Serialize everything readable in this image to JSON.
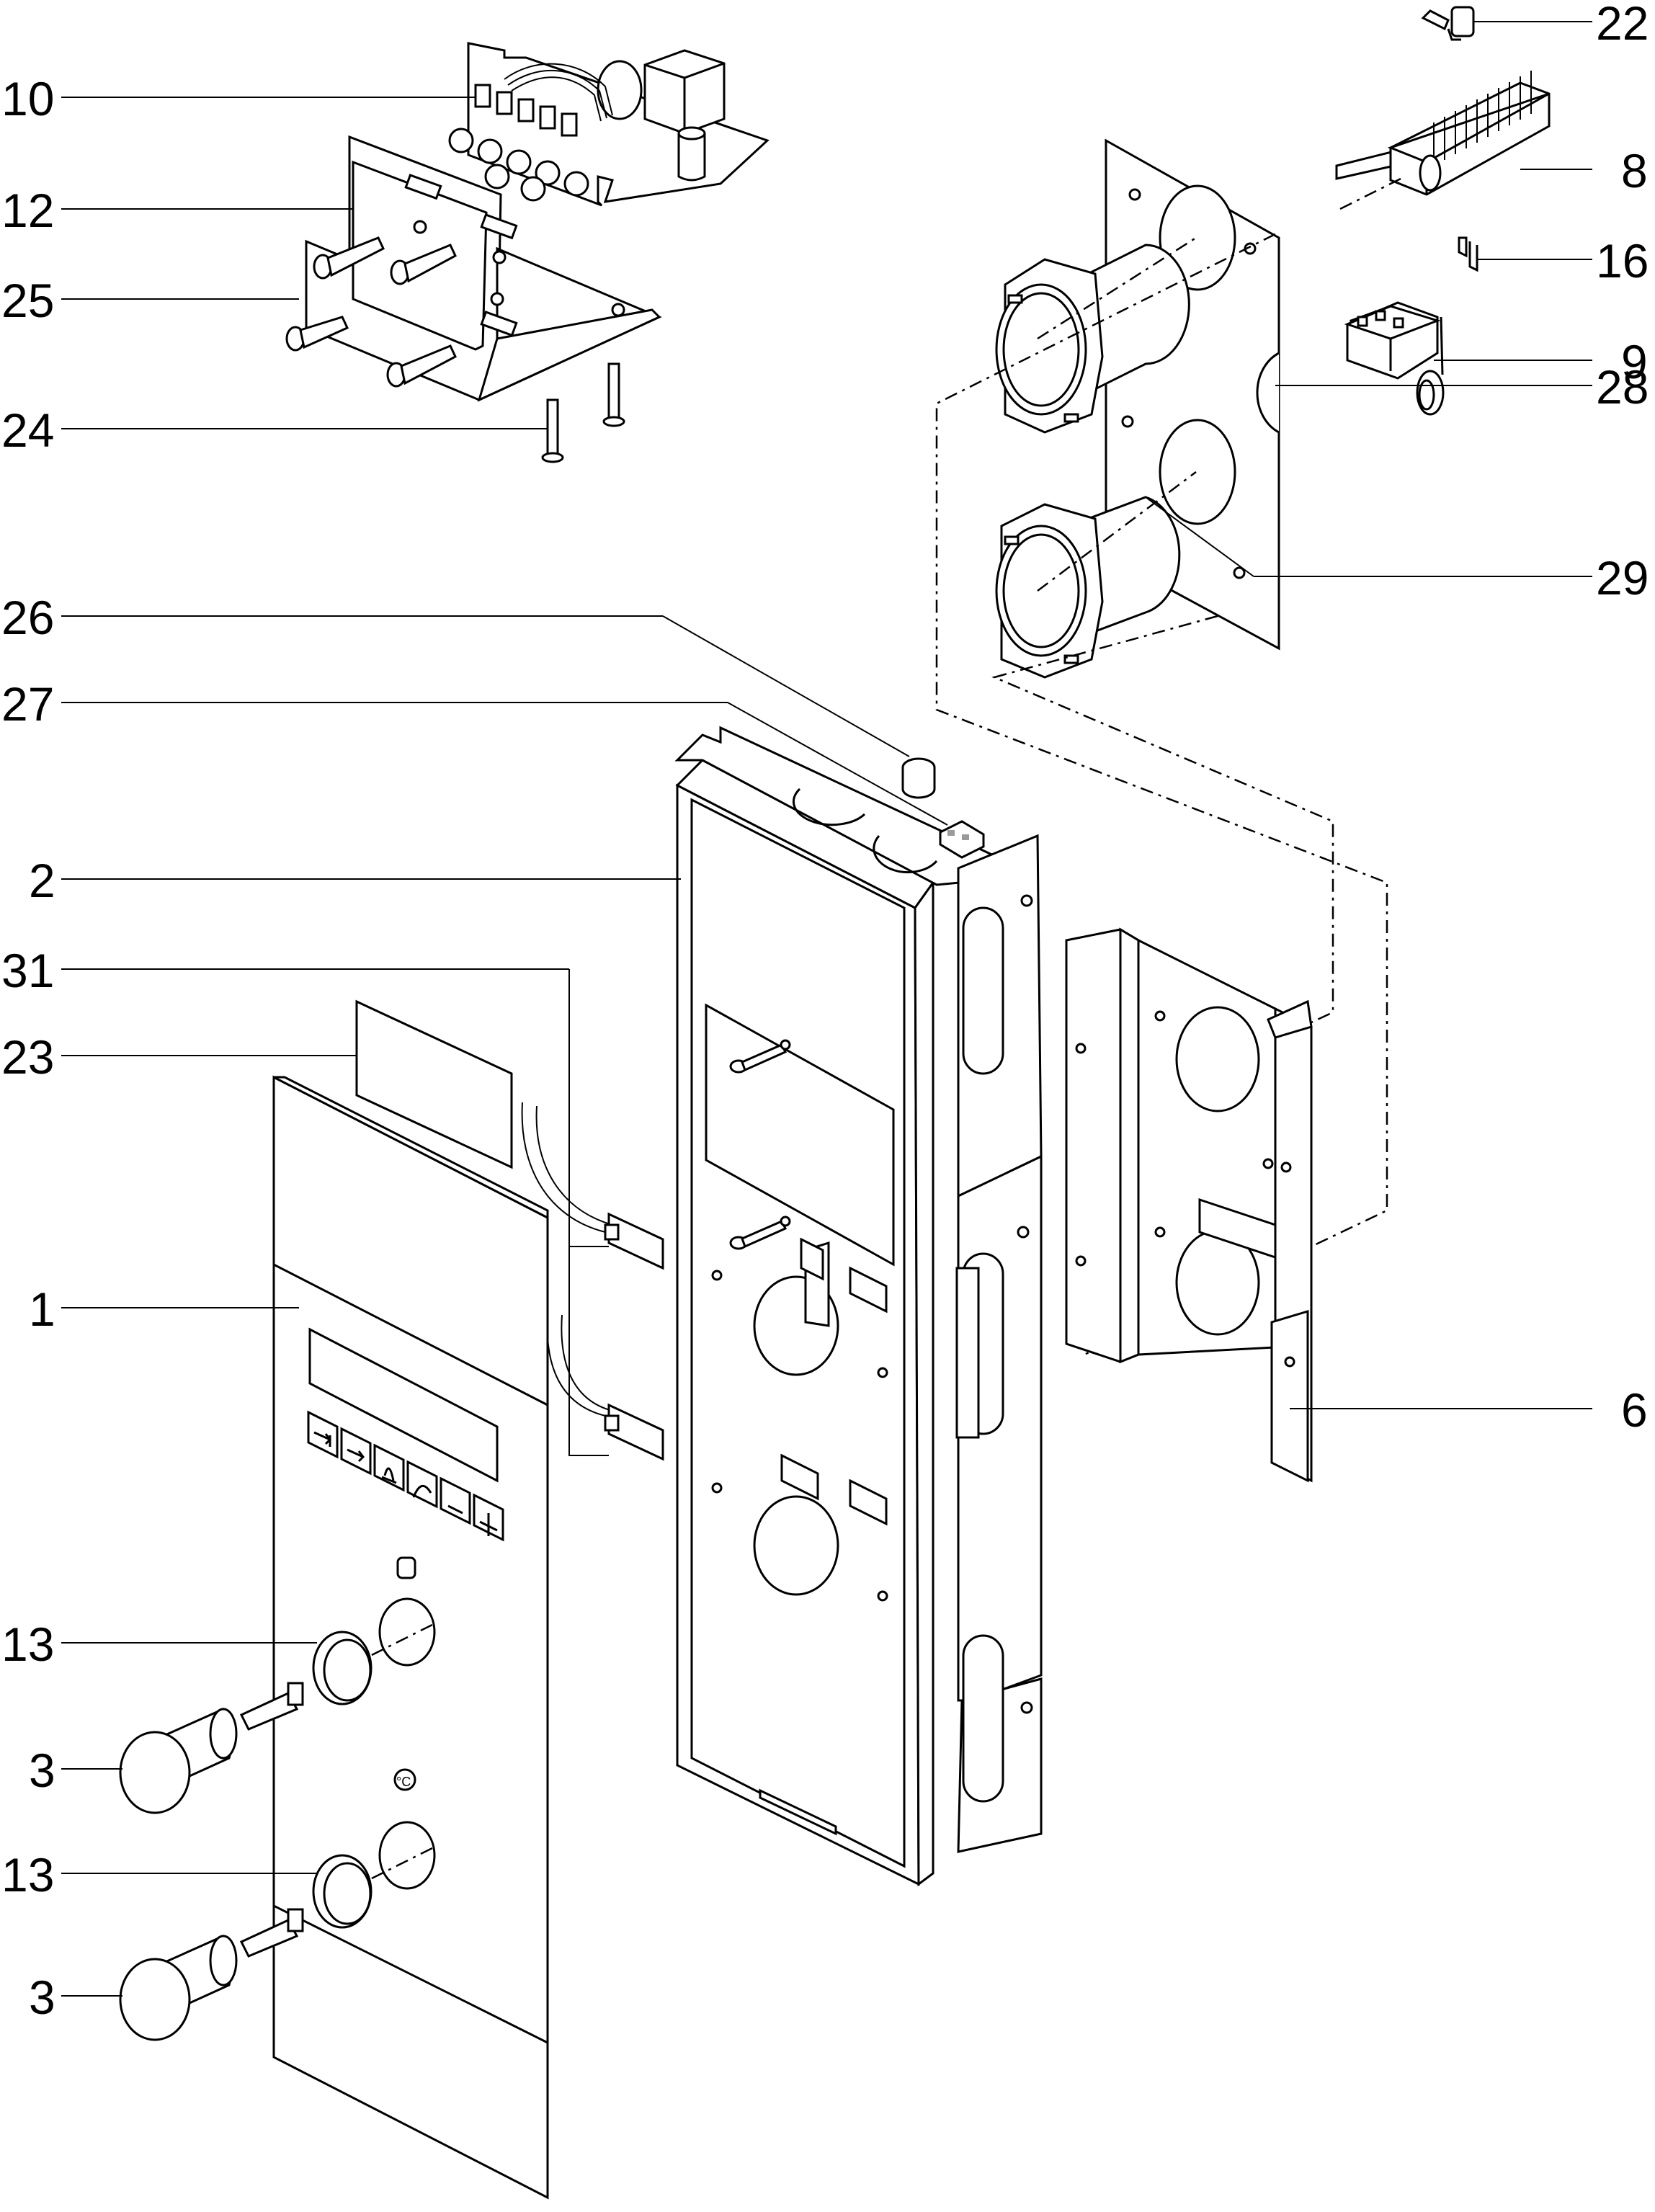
{
  "diagram": {
    "type": "exploded-parts-view",
    "callouts": [
      {
        "id": "c10",
        "label": "10"
      },
      {
        "id": "c12",
        "label": "12"
      },
      {
        "id": "c25",
        "label": "25"
      },
      {
        "id": "c24",
        "label": "24"
      },
      {
        "id": "c26",
        "label": "26"
      },
      {
        "id": "c27",
        "label": "27"
      },
      {
        "id": "c2",
        "label": "2"
      },
      {
        "id": "c31",
        "label": "31"
      },
      {
        "id": "c23",
        "label": "23"
      },
      {
        "id": "c1",
        "label": "1"
      },
      {
        "id": "c13a",
        "label": "13"
      },
      {
        "id": "c3a",
        "label": "3"
      },
      {
        "id": "c13b",
        "label": "13"
      },
      {
        "id": "c3b",
        "label": "3"
      },
      {
        "id": "c22",
        "label": "22"
      },
      {
        "id": "c8",
        "label": "8"
      },
      {
        "id": "c16",
        "label": "16"
      },
      {
        "id": "c9",
        "label": "9"
      },
      {
        "id": "c28",
        "label": "28"
      },
      {
        "id": "c29",
        "label": "29"
      },
      {
        "id": "c6",
        "label": "6"
      }
    ],
    "panel_symbols": {
      "degree_celsius": "°C"
    },
    "colors": {
      "line": "#000000",
      "background": "#ffffff",
      "shade": "#9a9a9a"
    }
  }
}
